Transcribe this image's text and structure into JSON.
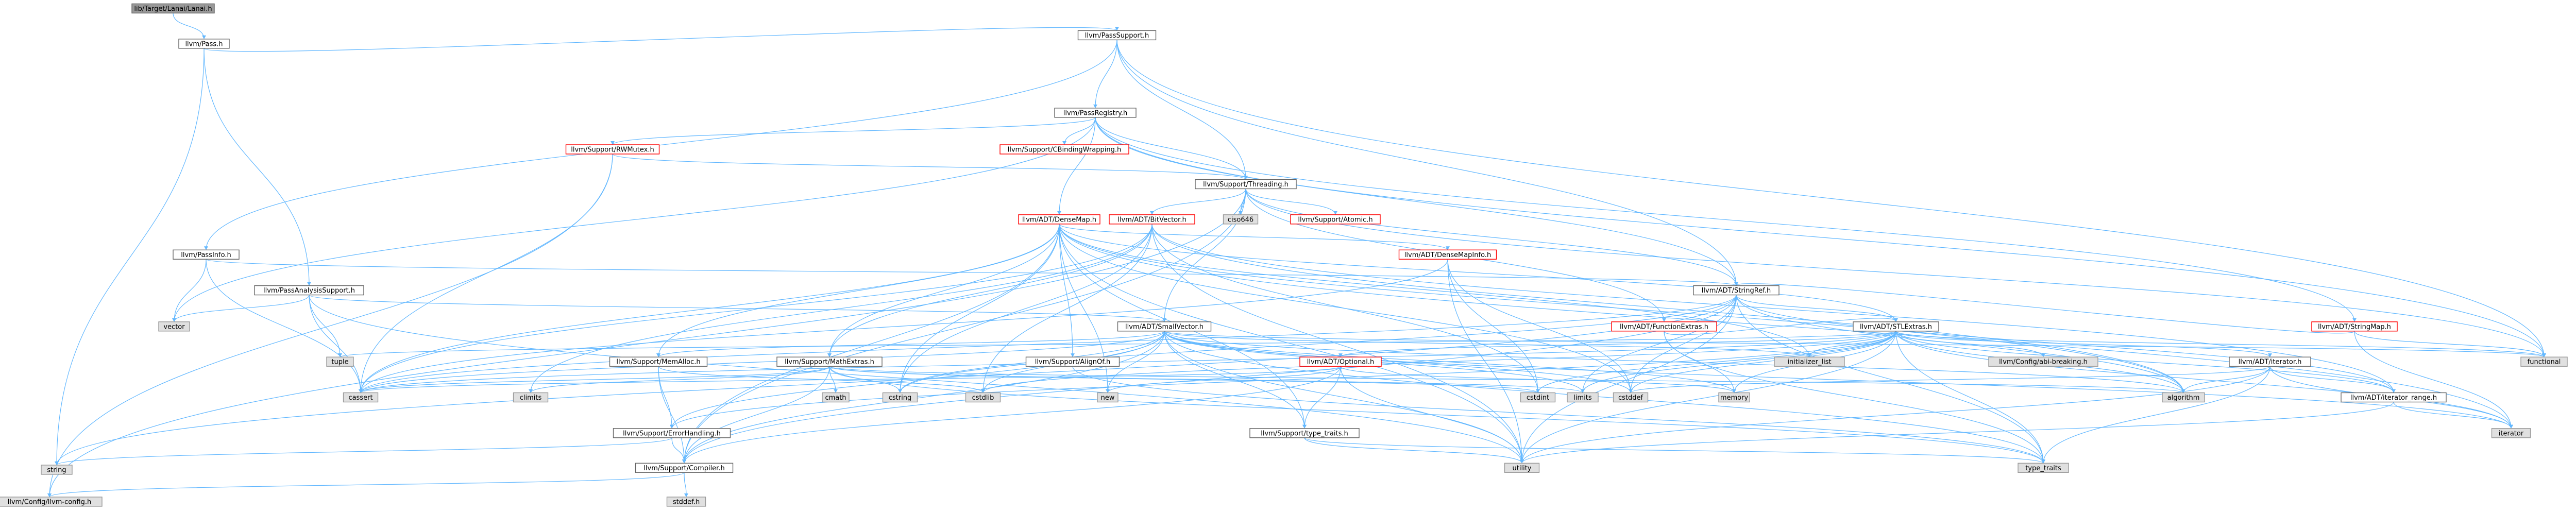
{
  "diagram": {
    "colors": {
      "edge": "#63b8ff",
      "root_fill": "#999999",
      "root_border": "#666666",
      "file_fill": "#ffffff",
      "file_border": "#666666",
      "system_fill": "#e0e0e0",
      "system_border": "#999999",
      "truncated_border": "#ff0000",
      "text": "#000000"
    },
    "nodes": [
      {
        "id": "root",
        "label": "lib/Target/Lanai/Lanai.h",
        "kind": "root"
      },
      {
        "id": "pass",
        "label": "llvm/Pass.h",
        "kind": "file"
      },
      {
        "id": "passsupport",
        "label": "llvm/PassSupport.h",
        "kind": "file"
      },
      {
        "id": "passregistry",
        "label": "llvm/PassRegistry.h",
        "kind": "file"
      },
      {
        "id": "rwmutex",
        "label": "llvm/Support/RWMutex.h",
        "kind": "truncated"
      },
      {
        "id": "cbinding",
        "label": "llvm/Support/CBindingWrapping.h",
        "kind": "truncated"
      },
      {
        "id": "threading",
        "label": "llvm/Support/Threading.h",
        "kind": "file"
      },
      {
        "id": "ciso646",
        "label": "ciso646",
        "kind": "system"
      },
      {
        "id": "atomic",
        "label": "llvm/Support/Atomic.h",
        "kind": "truncated"
      },
      {
        "id": "densemap",
        "label": "llvm/ADT/DenseMap.h",
        "kind": "truncated"
      },
      {
        "id": "bitvector",
        "label": "llvm/ADT/BitVector.h",
        "kind": "truncated"
      },
      {
        "id": "densemapinfo",
        "label": "llvm/ADT/DenseMapInfo.h",
        "kind": "truncated"
      },
      {
        "id": "passinfo",
        "label": "llvm/PassInfo.h",
        "kind": "file"
      },
      {
        "id": "passanalysis",
        "label": "llvm/PassAnalysisSupport.h",
        "kind": "file"
      },
      {
        "id": "vector",
        "label": "vector",
        "kind": "system"
      },
      {
        "id": "stringref",
        "label": "llvm/ADT/StringRef.h",
        "kind": "file"
      },
      {
        "id": "stringmap",
        "label": "llvm/ADT/StringMap.h",
        "kind": "truncated"
      },
      {
        "id": "functional",
        "label": "functional",
        "kind": "system"
      },
      {
        "id": "smallvector",
        "label": "llvm/ADT/SmallVector.h",
        "kind": "file"
      },
      {
        "id": "functionextras",
        "label": "llvm/ADT/FunctionExtras.h",
        "kind": "truncated"
      },
      {
        "id": "stlextras",
        "label": "llvm/ADT/STLExtras.h",
        "kind": "file"
      },
      {
        "id": "tuple",
        "label": "tuple",
        "kind": "system"
      },
      {
        "id": "memalloc",
        "label": "llvm/Support/MemAlloc.h",
        "kind": "file"
      },
      {
        "id": "mathextras",
        "label": "llvm/Support/MathExtras.h",
        "kind": "file"
      },
      {
        "id": "alignof",
        "label": "llvm/Support/AlignOf.h",
        "kind": "file"
      },
      {
        "id": "optional",
        "label": "llvm/ADT/Optional.h",
        "kind": "truncated"
      },
      {
        "id": "initlist",
        "label": "initializer_list",
        "kind": "system"
      },
      {
        "id": "configabi",
        "label": "llvm/Config/abi-breaking.h",
        "kind": "system"
      },
      {
        "id": "iterator",
        "label": "llvm/ADT/iterator.h",
        "kind": "file"
      },
      {
        "id": "climits",
        "label": "climits",
        "kind": "system"
      },
      {
        "id": "cmath",
        "label": "cmath",
        "kind": "system"
      },
      {
        "id": "cstring",
        "label": "cstring",
        "kind": "system"
      },
      {
        "id": "cstdlib",
        "label": "cstdlib",
        "kind": "system"
      },
      {
        "id": "new",
        "label": "new",
        "kind": "system"
      },
      {
        "id": "cstdint",
        "label": "cstdint",
        "kind": "system"
      },
      {
        "id": "limits",
        "label": "limits",
        "kind": "system"
      },
      {
        "id": "cstddef",
        "label": "cstddef",
        "kind": "system"
      },
      {
        "id": "memory",
        "label": "memory",
        "kind": "system"
      },
      {
        "id": "algorithm",
        "label": "algorithm",
        "kind": "system"
      },
      {
        "id": "iterrange",
        "label": "llvm/ADT/iterator_range.h",
        "kind": "file"
      },
      {
        "id": "cassert",
        "label": "cassert",
        "kind": "system"
      },
      {
        "id": "errorhandling",
        "label": "llvm/Support/ErrorHandling.h",
        "kind": "file"
      },
      {
        "id": "typetraits",
        "label": "llvm/Support/type_traits.h",
        "kind": "file"
      },
      {
        "id": "stditerator",
        "label": "iterator",
        "kind": "system"
      },
      {
        "id": "string",
        "label": "string",
        "kind": "system"
      },
      {
        "id": "compiler",
        "label": "llvm/Support/Compiler.h",
        "kind": "file"
      },
      {
        "id": "utility",
        "label": "utility",
        "kind": "system"
      },
      {
        "id": "typetraitsstd",
        "label": "type_traits",
        "kind": "system"
      },
      {
        "id": "llvmconfig",
        "label": "llvm/Config/llvm-config.h",
        "kind": "system"
      },
      {
        "id": "stddef",
        "label": "stddef.h",
        "kind": "system"
      }
    ],
    "edges": [
      [
        "root",
        "pass"
      ],
      [
        "pass",
        "passsupport"
      ],
      [
        "pass",
        "passanalysis"
      ],
      [
        "pass",
        "string"
      ],
      [
        "passsupport",
        "passregistry"
      ],
      [
        "passsupport",
        "passinfo"
      ],
      [
        "passsupport",
        "threading"
      ],
      [
        "passsupport",
        "stringref"
      ],
      [
        "passsupport",
        "functional"
      ],
      [
        "passregistry",
        "cbinding"
      ],
      [
        "passregistry",
        "rwmutex"
      ],
      [
        "passregistry",
        "densemap"
      ],
      [
        "passregistry",
        "stringmap"
      ],
      [
        "passregistry",
        "stringref"
      ],
      [
        "passregistry",
        "vector"
      ],
      [
        "passregistry",
        "functional"
      ],
      [
        "passregistry",
        "threading"
      ],
      [
        "rwmutex",
        "threading"
      ],
      [
        "rwmutex",
        "llvmconfig"
      ],
      [
        "rwmutex",
        "cassert"
      ],
      [
        "threading",
        "ciso646"
      ],
      [
        "threading",
        "atomic"
      ],
      [
        "threading",
        "bitvector"
      ],
      [
        "threading",
        "smallvector"
      ],
      [
        "threading",
        "functionextras"
      ],
      [
        "threading",
        "stringref"
      ],
      [
        "threading",
        "compiler"
      ],
      [
        "threading",
        "llvmconfig"
      ],
      [
        "threading",
        "functional"
      ],
      [
        "densemap",
        "densemapinfo"
      ],
      [
        "densemap",
        "stlextras"
      ],
      [
        "densemap",
        "alignof"
      ],
      [
        "densemap",
        "compiler"
      ],
      [
        "densemap",
        "mathextras"
      ],
      [
        "densemap",
        "memalloc"
      ],
      [
        "densemap",
        "typetraits"
      ],
      [
        "densemap",
        "algorithm"
      ],
      [
        "densemap",
        "cassert"
      ],
      [
        "densemap",
        "cstddef"
      ],
      [
        "densemap",
        "cstring"
      ],
      [
        "densemap",
        "initlist"
      ],
      [
        "densemap",
        "new"
      ],
      [
        "densemap",
        "utility"
      ],
      [
        "densemap",
        "stditerator"
      ],
      [
        "bitvector",
        "iterrange"
      ],
      [
        "bitvector",
        "mathextras"
      ],
      [
        "bitvector",
        "algorithm"
      ],
      [
        "bitvector",
        "cassert"
      ],
      [
        "bitvector",
        "climits"
      ],
      [
        "bitvector",
        "cstdint"
      ],
      [
        "bitvector",
        "cstdlib"
      ],
      [
        "bitvector",
        "cstring"
      ],
      [
        "bitvector",
        "utility"
      ],
      [
        "densemapinfo",
        "cassert"
      ],
      [
        "densemapinfo",
        "cstddef"
      ],
      [
        "densemapinfo",
        "cstdint"
      ],
      [
        "densemapinfo",
        "utility"
      ],
      [
        "passinfo",
        "stringref"
      ],
      [
        "passinfo",
        "cassert"
      ],
      [
        "passinfo",
        "vector"
      ],
      [
        "passanalysis",
        "smallvector"
      ],
      [
        "passanalysis",
        "cassert"
      ],
      [
        "passanalysis",
        "tuple"
      ],
      [
        "passanalysis",
        "utility"
      ],
      [
        "passanalysis",
        "vector"
      ],
      [
        "stringref",
        "stlextras"
      ],
      [
        "stringref",
        "iterrange"
      ],
      [
        "stringref",
        "compiler"
      ],
      [
        "stringref",
        "algorithm"
      ],
      [
        "stringref",
        "cassert"
      ],
      [
        "stringref",
        "cstddef"
      ],
      [
        "stringref",
        "cstring"
      ],
      [
        "stringref",
        "limits"
      ],
      [
        "stringref",
        "string"
      ],
      [
        "stringref",
        "typetraitsstd"
      ],
      [
        "stringref",
        "utility"
      ],
      [
        "stringmap",
        "stringref"
      ],
      [
        "stringmap",
        "stditerator"
      ],
      [
        "stringmap",
        "functional"
      ],
      [
        "smallvector",
        "compiler"
      ],
      [
        "smallvector",
        "errorhandling"
      ],
      [
        "smallvector",
        "memalloc"
      ],
      [
        "smallvector",
        "typetraits"
      ],
      [
        "smallvector",
        "algorithm"
      ],
      [
        "smallvector",
        "cassert"
      ],
      [
        "smallvector",
        "cstddef"
      ],
      [
        "smallvector",
        "cstdlib"
      ],
      [
        "smallvector",
        "cstring"
      ],
      [
        "smallvector",
        "functional"
      ],
      [
        "smallvector",
        "initlist"
      ],
      [
        "smallvector",
        "stditerator"
      ],
      [
        "smallvector",
        "limits"
      ],
      [
        "smallvector",
        "memory"
      ],
      [
        "smallvector",
        "new"
      ],
      [
        "smallvector",
        "typetraitsstd"
      ],
      [
        "smallvector",
        "utility"
      ],
      [
        "functionextras",
        "stlextras"
      ],
      [
        "functionextras",
        "memory"
      ],
      [
        "functionextras",
        "typetraitsstd"
      ],
      [
        "stlextras",
        "optional"
      ],
      [
        "stlextras",
        "configabi"
      ],
      [
        "stlextras",
        "iterator"
      ],
      [
        "stlextras",
        "iterrange"
      ],
      [
        "stlextras",
        "errorhandling"
      ],
      [
        "stlextras",
        "algorithm"
      ],
      [
        "stlextras",
        "cassert"
      ],
      [
        "stlextras",
        "cstddef"
      ],
      [
        "stlextras",
        "cstdint"
      ],
      [
        "stlextras",
        "cstdlib"
      ],
      [
        "stlextras",
        "functional"
      ],
      [
        "stlextras",
        "initlist"
      ],
      [
        "stlextras",
        "stditerator"
      ],
      [
        "stlextras",
        "limits"
      ],
      [
        "stlextras",
        "memory"
      ],
      [
        "stlextras",
        "tuple"
      ],
      [
        "stlextras",
        "typetraitsstd"
      ],
      [
        "stlextras",
        "utility"
      ],
      [
        "memalloc",
        "compiler"
      ],
      [
        "memalloc",
        "errorhandling"
      ],
      [
        "memalloc",
        "cstdlib"
      ],
      [
        "mathextras",
        "compiler"
      ],
      [
        "mathextras",
        "algorithm"
      ],
      [
        "mathextras",
        "cassert"
      ],
      [
        "mathextras",
        "climits"
      ],
      [
        "mathextras",
        "cmath"
      ],
      [
        "mathextras",
        "cstdint"
      ],
      [
        "mathextras",
        "cstring"
      ],
      [
        "mathextras",
        "limits"
      ],
      [
        "mathextras",
        "typetraitsstd"
      ],
      [
        "alignof",
        "typetraitsstd"
      ],
      [
        "optional",
        "compiler"
      ],
      [
        "optional",
        "typetraits"
      ],
      [
        "optional",
        "cassert"
      ],
      [
        "optional",
        "memory"
      ],
      [
        "optional",
        "new"
      ],
      [
        "optional",
        "utility"
      ],
      [
        "iterator",
        "iterrange"
      ],
      [
        "iterator",
        "algorithm"
      ],
      [
        "iterator",
        "cstddef"
      ],
      [
        "iterator",
        "stditerator"
      ],
      [
        "iterator",
        "typetraitsstd"
      ],
      [
        "iterator",
        "utility"
      ],
      [
        "iterrange",
        "stditerator"
      ],
      [
        "iterrange",
        "utility"
      ],
      [
        "errorhandling",
        "compiler"
      ],
      [
        "errorhandling",
        "string"
      ],
      [
        "typetraits",
        "typetraitsstd"
      ],
      [
        "typetraits",
        "utility"
      ],
      [
        "compiler",
        "llvmconfig"
      ],
      [
        "compiler",
        "stddef"
      ]
    ]
  }
}
